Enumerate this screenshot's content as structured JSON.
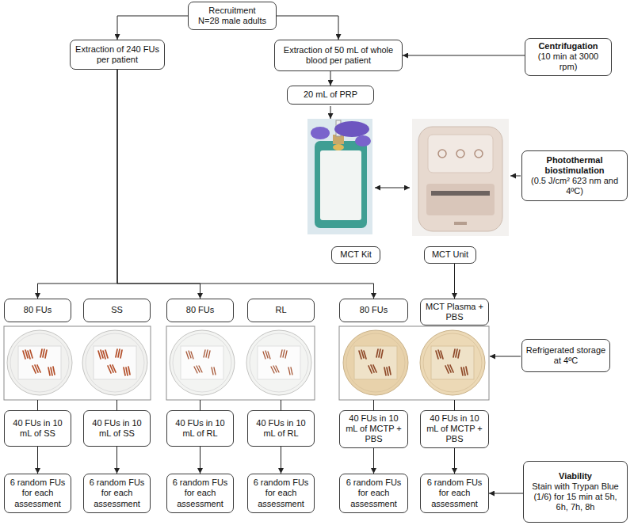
{
  "diagram": {
    "nodes": [
      {
        "text": [
          "Recruitment",
          "N=28 male adults"
        ]
      },
      {
        "text": [
          "Extraction of 240 FUs per patient"
        ]
      },
      {
        "text": [
          "Extraction of 50 mL of whole blood per patient"
        ]
      },
      {
        "text": [
          "Centrifugation",
          "(10 min at 3000 rpm)"
        ]
      },
      {
        "text": [
          "20 mL of PRP"
        ]
      },
      {
        "text": [
          "Photothermal biostimulation",
          "(0.5 J/cm² 623 nm and 4ºC)"
        ]
      },
      {
        "text": [
          "MCT Kit"
        ]
      },
      {
        "text": [
          "MCT Unit"
        ]
      },
      {
        "text": [
          "80 FUs"
        ]
      },
      {
        "text": [
          "SS"
        ]
      },
      {
        "text": [
          "80 FUs"
        ]
      },
      {
        "text": [
          "RL"
        ]
      },
      {
        "text": [
          "80 FUs"
        ]
      },
      {
        "text": [
          "MCT Plasma + PBS"
        ]
      },
      {
        "text": [
          "Refrigerated storage at 4ºC"
        ]
      },
      {
        "text": [
          "40 FUs in 10 mL of SS"
        ]
      },
      {
        "text": [
          "40 FUs in 10 mL of SS"
        ]
      },
      {
        "text": [
          "40 FUs in 10 mL of RL"
        ]
      },
      {
        "text": [
          "40 FUs in 10 mL of RL"
        ]
      },
      {
        "text": [
          "40 FUs in 10 mL of MCTP + PBS"
        ]
      },
      {
        "text": [
          "40 FUs in 10 mL of MCTP + PBS"
        ]
      },
      {
        "text": [
          "6 random FUs for each assessment"
        ]
      },
      {
        "text": [
          "6 random FUs for each assessment"
        ]
      },
      {
        "text": [
          "6 random FUs for each assessment"
        ]
      },
      {
        "text": [
          "6 random FUs for each assessment"
        ]
      },
      {
        "text": [
          "6 random FUs for each assessment"
        ]
      },
      {
        "text": [
          "6 random FUs for each assessment"
        ]
      },
      {
        "text": [
          "Viability",
          "Stain with Trypan Blue (1/6) for 15 min at 5h, 6h, 7h, 8h"
        ]
      }
    ],
    "edges": [
      {
        "from": 0,
        "to": 1,
        "arrow": "to"
      },
      {
        "from": 0,
        "to": 2,
        "arrow": "to"
      },
      {
        "from": 3,
        "to": 2,
        "arrow": "to"
      },
      {
        "from": 2,
        "to": 4,
        "arrow": "to"
      },
      {
        "from": 1,
        "to": 8,
        "arrow": "to"
      },
      {
        "from": 1,
        "to": 10,
        "arrow": "to"
      },
      {
        "from": 1,
        "to": 12,
        "arrow": "to"
      },
      {
        "from": 7,
        "to": 13,
        "arrow": "to"
      },
      {
        "from": 15,
        "to": 21,
        "arrow": "to"
      },
      {
        "from": 16,
        "to": 22,
        "arrow": "to"
      },
      {
        "from": 17,
        "to": 23,
        "arrow": "to"
      },
      {
        "from": 18,
        "to": 24,
        "arrow": "to"
      },
      {
        "from": 19,
        "to": 25,
        "arrow": "to"
      },
      {
        "from": 20,
        "to": 26,
        "arrow": "to"
      },
      {
        "from": 27,
        "to": 26,
        "arrow": "to"
      }
    ]
  }
}
